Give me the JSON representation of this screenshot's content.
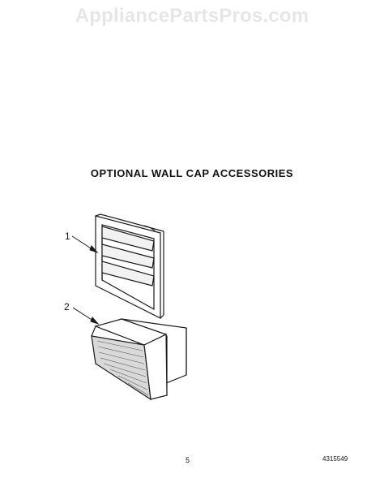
{
  "watermark": "AppliancePartsPros.com",
  "section_title": "OPTIONAL WALL CAP ACCESSORIES",
  "callouts": [
    "1",
    "2"
  ],
  "page_number": "5",
  "document_number": "4315549"
}
